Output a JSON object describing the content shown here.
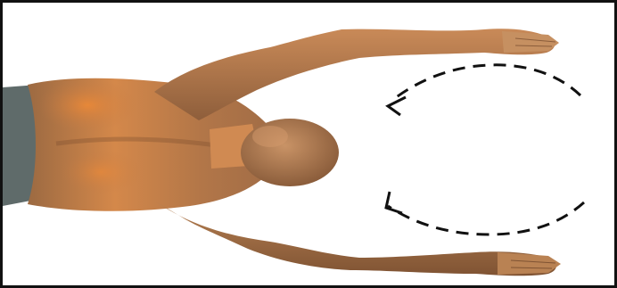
{
  "figure": {
    "subject": "3d-figure-top-view-arms-extended",
    "motion_arrows": 2,
    "arrow_direction": "counterclockwise-inward",
    "colors": {
      "skin_light": "#d99a63",
      "skin_mid": "#b97a4a",
      "skin_dark": "#7a4e2e",
      "skin_highlight": "#e88a3c",
      "shorts": "#5f6b6a",
      "arrow": "#111111",
      "border": "#111111",
      "background": "#ffffff"
    }
  }
}
